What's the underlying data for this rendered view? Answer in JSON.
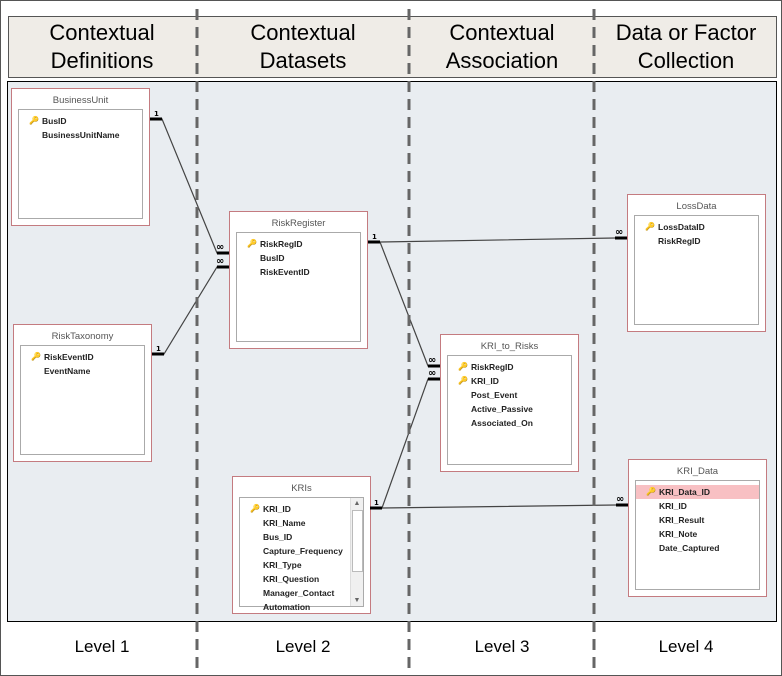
{
  "columns": [
    {
      "title": "Contextual\nDefinitions",
      "level": "Level 1"
    },
    {
      "title": "Contextual\nDatasets",
      "level": "Level 2"
    },
    {
      "title": "Contextual\nAssociation",
      "level": "Level 3"
    },
    {
      "title": "Data or Factor\nCollection",
      "level": "Level 4"
    }
  ],
  "tables": {
    "business_unit": {
      "name": "BusinessUnit",
      "fields": [
        {
          "name": "BusID",
          "key": true
        },
        {
          "name": "BusinessUnitName"
        }
      ]
    },
    "risk_taxonomy": {
      "name": "RiskTaxonomy",
      "fields": [
        {
          "name": "RiskEventID",
          "key": true
        },
        {
          "name": "EventName"
        }
      ]
    },
    "risk_register": {
      "name": "RiskRegister",
      "fields": [
        {
          "name": "RiskRegID",
          "key": true
        },
        {
          "name": "BusID"
        },
        {
          "name": "RiskEventID"
        }
      ]
    },
    "kris": {
      "name": "KRIs",
      "fields": [
        {
          "name": "KRI_ID",
          "key": true
        },
        {
          "name": "KRI_Name"
        },
        {
          "name": "Bus_ID"
        },
        {
          "name": "Capture_Frequency"
        },
        {
          "name": "KRI_Type"
        },
        {
          "name": "KRI_Question"
        },
        {
          "name": "Manager_Contact"
        },
        {
          "name": "Automation"
        }
      ]
    },
    "kri_to_risks": {
      "name": "KRI_to_Risks",
      "fields": [
        {
          "name": "RiskRegID",
          "key": true
        },
        {
          "name": "KRI_ID",
          "key": true
        },
        {
          "name": "Post_Event"
        },
        {
          "name": "Active_Passive"
        },
        {
          "name": "Associated_On"
        }
      ]
    },
    "loss_data": {
      "name": "LossData",
      "fields": [
        {
          "name": "LossDataID",
          "key": true
        },
        {
          "name": "RiskRegID"
        }
      ]
    },
    "kri_data": {
      "name": "KRI_Data",
      "fields": [
        {
          "name": "KRI_Data_ID",
          "key": true,
          "selected": true
        },
        {
          "name": "KRI_ID"
        },
        {
          "name": "KRI_Result"
        },
        {
          "name": "KRI_Note"
        },
        {
          "name": "Date_Captured"
        }
      ]
    }
  },
  "relationships": [
    {
      "from": "BusinessUnit",
      "to": "RiskRegister",
      "one": "1",
      "many": "∞"
    },
    {
      "from": "RiskTaxonomy",
      "to": "RiskRegister",
      "one": "1",
      "many": "∞"
    },
    {
      "from": "RiskRegister",
      "to": "LossData",
      "one": "1",
      "many": "∞"
    },
    {
      "from": "RiskRegister",
      "to": "KRI_to_Risks",
      "one": "1",
      "many": "∞"
    },
    {
      "from": "KRIs",
      "to": "KRI_to_Risks",
      "one": "1",
      "many": "∞"
    },
    {
      "from": "KRIs",
      "to": "KRI_Data",
      "one": "1",
      "many": "∞"
    }
  ],
  "colors": {
    "header_bg": "#efece7",
    "canvas_bg": "#e9edf1",
    "table_border": "#c47b80",
    "selected_row": "#f8c0c3"
  }
}
